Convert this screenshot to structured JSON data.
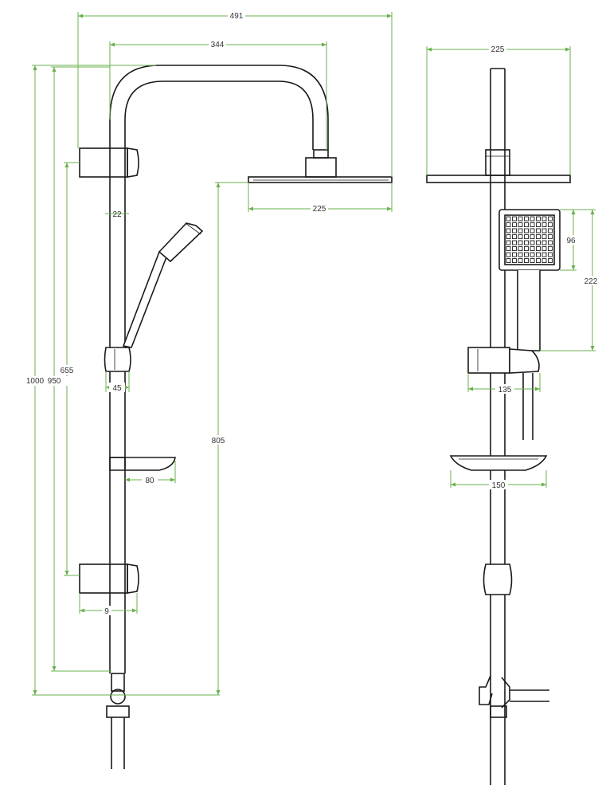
{
  "colors": {
    "outline": "#1a1a1a",
    "dimension": "#6ab04c",
    "background": "#ffffff"
  },
  "dimensions": {
    "overall_width": "491",
    "arm_reach": "344",
    "head_width_front": "225",
    "head_width_side": "225",
    "pipe_diameter": "22",
    "holder_width": "45",
    "dish_depth": "80",
    "bracket_width": "9",
    "overall_height": "1000",
    "upper_bracket_height": "950",
    "holder_height": "655",
    "head_height": "805",
    "handset_head_height": "96",
    "handset_length": "222",
    "holder_side_width": "135",
    "dish_width": "150"
  }
}
